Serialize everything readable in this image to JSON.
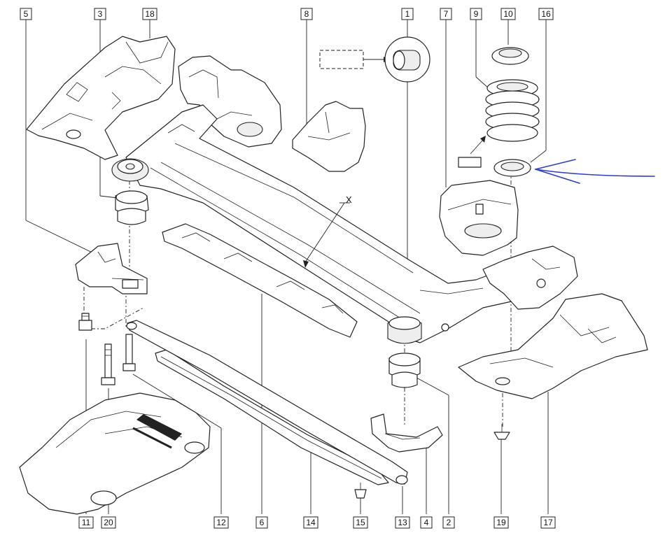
{
  "labels": {
    "top": [
      "5",
      "3",
      "18",
      "8",
      "1",
      "7",
      "9",
      "10",
      "16"
    ],
    "bottom": [
      "11",
      "20",
      "12",
      "6",
      "14",
      "15",
      "13",
      "4",
      "2",
      "19",
      "17"
    ]
  },
  "callout": "X"
}
